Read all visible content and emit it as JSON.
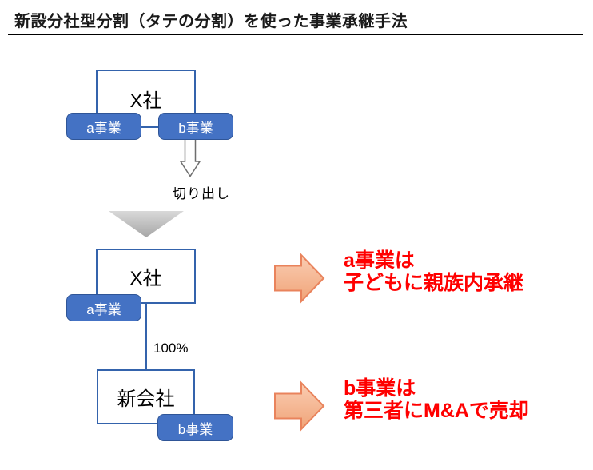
{
  "title": "新設分社型分割（タテの分割）を使った事業承継手法",
  "colors": {
    "unit_fill": "#4472C4",
    "unit_border": "#2F5597",
    "outline_blue": "#3463AC",
    "triangle_light": "#D9D9D9",
    "triangle_dark": "#A6A6A6",
    "orange_fill_light": "#FACDB3",
    "orange_fill_dark": "#F0A478",
    "orange_border": "#E9835C",
    "red_text": "#FF0000",
    "arrow_outline_gray": "#6E6E6E",
    "title_color": "#1A1A1A",
    "rule_color": "#000000"
  },
  "before": {
    "company_label": "X社",
    "unit_a": "a事業",
    "unit_b": "b事業"
  },
  "carve_out_label": "切り出し",
  "after": {
    "company_label": "X社",
    "unit_a": "a事業",
    "ownership_label": "100%",
    "new_company_label": "新会社",
    "unit_b": "b事業"
  },
  "outcomes": [
    {
      "line1": "a事業は",
      "line2": "子どもに親族内承継"
    },
    {
      "line1": "b事業は",
      "line2": "第三者にM&Aで売却"
    }
  ],
  "icons": {
    "carve_out_arrow": "down-block-arrow",
    "transition_marker": "down-triangle",
    "outcome_arrow": "right-block-arrow"
  }
}
